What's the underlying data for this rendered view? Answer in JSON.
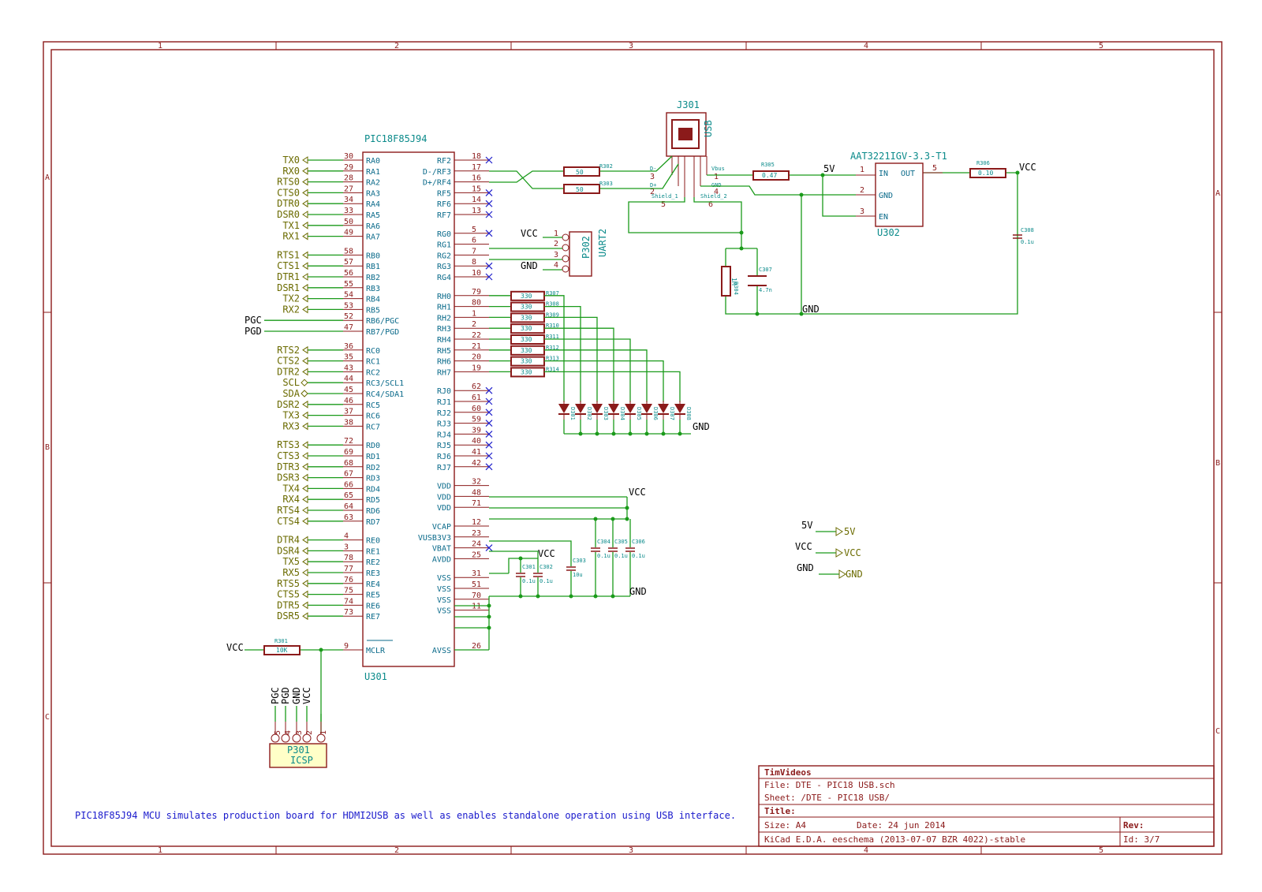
{
  "titleblock": {
    "company": "TimVideos",
    "file": "File: DTE - PIC18 USB.sch",
    "sheet": "Sheet: /DTE - PIC18 USB/",
    "title": "Title:",
    "size": "Size: A4",
    "date": "Date: 24 jun 2014",
    "rev": "Rev:",
    "tool": "KiCad E.D.A.  eeschema (2013-07-07 BZR 4022)-stable",
    "id": "Id: 3/7"
  },
  "note": "PIC18F85J94 MCU simulates production board for HDMI2USB as well as enables standalone operation using USB interface.",
  "zones": {
    "cols": [
      "1",
      "2",
      "3",
      "4",
      "5"
    ],
    "rows": [
      "A",
      "B",
      "C"
    ]
  },
  "mcu": {
    "part": "PIC18F85J94",
    "ref": "U301",
    "left_pins": [
      {
        "num": "30",
        "name": "RA0",
        "net": "TX0"
      },
      {
        "num": "29",
        "name": "RA1",
        "net": "RX0"
      },
      {
        "num": "28",
        "name": "RA2",
        "net": "RTS0"
      },
      {
        "num": "27",
        "name": "RA3",
        "net": "CTS0"
      },
      {
        "num": "34",
        "name": "RA4",
        "net": "DTR0"
      },
      {
        "num": "33",
        "name": "RA5",
        "net": "DSR0"
      },
      {
        "num": "50",
        "name": "RA6",
        "net": "TX1"
      },
      {
        "num": "49",
        "name": "RA7",
        "net": "RX1"
      },
      {
        "num": "58",
        "name": "RB0",
        "net": "RTS1"
      },
      {
        "num": "57",
        "name": "RB1",
        "net": "CTS1"
      },
      {
        "num": "56",
        "name": "RB2",
        "net": "DTR1"
      },
      {
        "num": "55",
        "name": "RB3",
        "net": "DSR1"
      },
      {
        "num": "54",
        "name": "RB4",
        "net": "TX2"
      },
      {
        "num": "53",
        "name": "RB5",
        "net": "RX2"
      },
      {
        "num": "52",
        "name": "RB6/PGC",
        "net": "PGC"
      },
      {
        "num": "47",
        "name": "RB7/PGD",
        "net": "PGD"
      },
      {
        "num": "36",
        "name": "RC0",
        "net": "RTS2"
      },
      {
        "num": "35",
        "name": "RC1",
        "net": "CTS2"
      },
      {
        "num": "43",
        "name": "RC2",
        "net": "DTR2"
      },
      {
        "num": "44",
        "name": "RC3/SCL1",
        "net": "SCL"
      },
      {
        "num": "45",
        "name": "RC4/SDA1",
        "net": "SDA"
      },
      {
        "num": "46",
        "name": "RC5",
        "net": "DSR2"
      },
      {
        "num": "37",
        "name": "RC6",
        "net": "TX3"
      },
      {
        "num": "38",
        "name": "RC7",
        "net": "RX3"
      },
      {
        "num": "72",
        "name": "RD0",
        "net": "RTS3"
      },
      {
        "num": "69",
        "name": "RD1",
        "net": "CTS3"
      },
      {
        "num": "68",
        "name": "RD2",
        "net": "DTR3"
      },
      {
        "num": "67",
        "name": "RD3",
        "net": "DSR3"
      },
      {
        "num": "66",
        "name": "RD4",
        "net": "TX4"
      },
      {
        "num": "65",
        "name": "RD5",
        "net": "RX4"
      },
      {
        "num": "64",
        "name": "RD6",
        "net": "RTS4"
      },
      {
        "num": "63",
        "name": "RD7",
        "net": "CTS4"
      },
      {
        "num": "4",
        "name": "RE0",
        "net": "DTR4"
      },
      {
        "num": "3",
        "name": "RE1",
        "net": "DSR4"
      },
      {
        "num": "78",
        "name": "RE2",
        "net": "TX5"
      },
      {
        "num": "77",
        "name": "RE3",
        "net": "RX5"
      },
      {
        "num": "76",
        "name": "RE4",
        "net": "RTS5"
      },
      {
        "num": "75",
        "name": "RE5",
        "net": "CTS5"
      },
      {
        "num": "74",
        "name": "RE6",
        "net": "DTR5"
      },
      {
        "num": "73",
        "name": "RE7",
        "net": "DSR5"
      },
      {
        "num": "9",
        "name": "MCLR",
        "net": ""
      }
    ],
    "right_pins": [
      {
        "num": "18",
        "name": "RF2"
      },
      {
        "num": "17",
        "name": "D-/RF3"
      },
      {
        "num": "16",
        "name": "D+/RF4"
      },
      {
        "num": "15",
        "name": "RF5"
      },
      {
        "num": "14",
        "name": "RF6"
      },
      {
        "num": "13",
        "name": "RF7"
      },
      {
        "num": "5",
        "name": "RG0"
      },
      {
        "num": "6",
        "name": "RG1"
      },
      {
        "num": "7",
        "name": "RG2"
      },
      {
        "num": "8",
        "name": "RG3"
      },
      {
        "num": "10",
        "name": "RG4"
      },
      {
        "num": "79",
        "name": "RH0"
      },
      {
        "num": "80",
        "name": "RH1"
      },
      {
        "num": "1",
        "name": "RH2"
      },
      {
        "num": "2",
        "name": "RH3"
      },
      {
        "num": "22",
        "name": "RH4"
      },
      {
        "num": "21",
        "name": "RH5"
      },
      {
        "num": "20",
        "name": "RH6"
      },
      {
        "num": "19",
        "name": "RH7"
      },
      {
        "num": "62",
        "name": "RJ0"
      },
      {
        "num": "61",
        "name": "RJ1"
      },
      {
        "num": "60",
        "name": "RJ2"
      },
      {
        "num": "59",
        "name": "RJ3"
      },
      {
        "num": "39",
        "name": "RJ4"
      },
      {
        "num": "40",
        "name": "RJ5"
      },
      {
        "num": "41",
        "name": "RJ6"
      },
      {
        "num": "42",
        "name": "RJ7"
      },
      {
        "num": "32",
        "name": "VDD"
      },
      {
        "num": "48",
        "name": "VDD"
      },
      {
        "num": "71",
        "name": "VDD"
      },
      {
        "num": "12",
        "name": "VCAP"
      },
      {
        "num": "23",
        "name": "VUSB3V3"
      },
      {
        "num": "24",
        "name": "VBAT"
      },
      {
        "num": "25",
        "name": "AVDD"
      },
      {
        "num": "31",
        "name": "VSS"
      },
      {
        "num": "51",
        "name": "VSS"
      },
      {
        "num": "70",
        "name": "VSS"
      },
      {
        "num": "11",
        "name": "VSS"
      },
      {
        "num": "26",
        "name": "AVSS"
      }
    ]
  },
  "usb": {
    "ref": "J301",
    "label": "USB",
    "pins": [
      {
        "num": "3",
        "name": "D-"
      },
      {
        "num": "2",
        "name": "D+"
      },
      {
        "num": "5",
        "name": "Shield_1"
      },
      {
        "num": "1",
        "name": "Vbus"
      },
      {
        "num": "4",
        "name": "GND"
      },
      {
        "num": "6",
        "name": "Shield_2"
      }
    ]
  },
  "regulator": {
    "part": "AAT3221IGV-3.3-T1",
    "ref": "U302",
    "pins": [
      {
        "num": "1",
        "name": "IN"
      },
      {
        "num": "2",
        "name": "GND"
      },
      {
        "num": "3",
        "name": "EN"
      },
      {
        "num": "5",
        "name": "OUT"
      }
    ]
  },
  "uart": {
    "ref": "P302",
    "label": "UART2",
    "pins": [
      "1",
      "2",
      "3",
      "4"
    ]
  },
  "icsp": {
    "ref": "P301",
    "label": "ICSP",
    "pins": [
      "5",
      "4",
      "3",
      "2",
      "1"
    ],
    "nets": [
      "PGC",
      "PGD",
      "GND",
      "VCC"
    ]
  },
  "resistors": {
    "R302": "50",
    "R303": "50",
    "R305": "0.47",
    "R306": "0.10",
    "R304": "1M",
    "R301": "10K",
    "led_refs": [
      "R307",
      "R308",
      "R309",
      "R310",
      "R311",
      "R312",
      "R313",
      "R314"
    ],
    "led_value": "330"
  },
  "capacitors": {
    "C307": "4.7n",
    "C308": "0.1u",
    "C304": "0.1u",
    "C305": "0.1u",
    "C306": "0.1u",
    "C301": "0.1u",
    "C302": "0.1u",
    "C303": "10u"
  },
  "leds": {
    "refs": [
      "D301",
      "D302",
      "D303",
      "D304",
      "D305",
      "D306",
      "D307",
      "D308"
    ]
  },
  "nets": {
    "vcc": "VCC",
    "gnd": "GND",
    "v5": "5V"
  },
  "power_flags": [
    {
      "from": "5V",
      "to": "5V"
    },
    {
      "from": "VCC",
      "to": "VCC"
    },
    {
      "from": "GND",
      "to": "GND"
    }
  ]
}
